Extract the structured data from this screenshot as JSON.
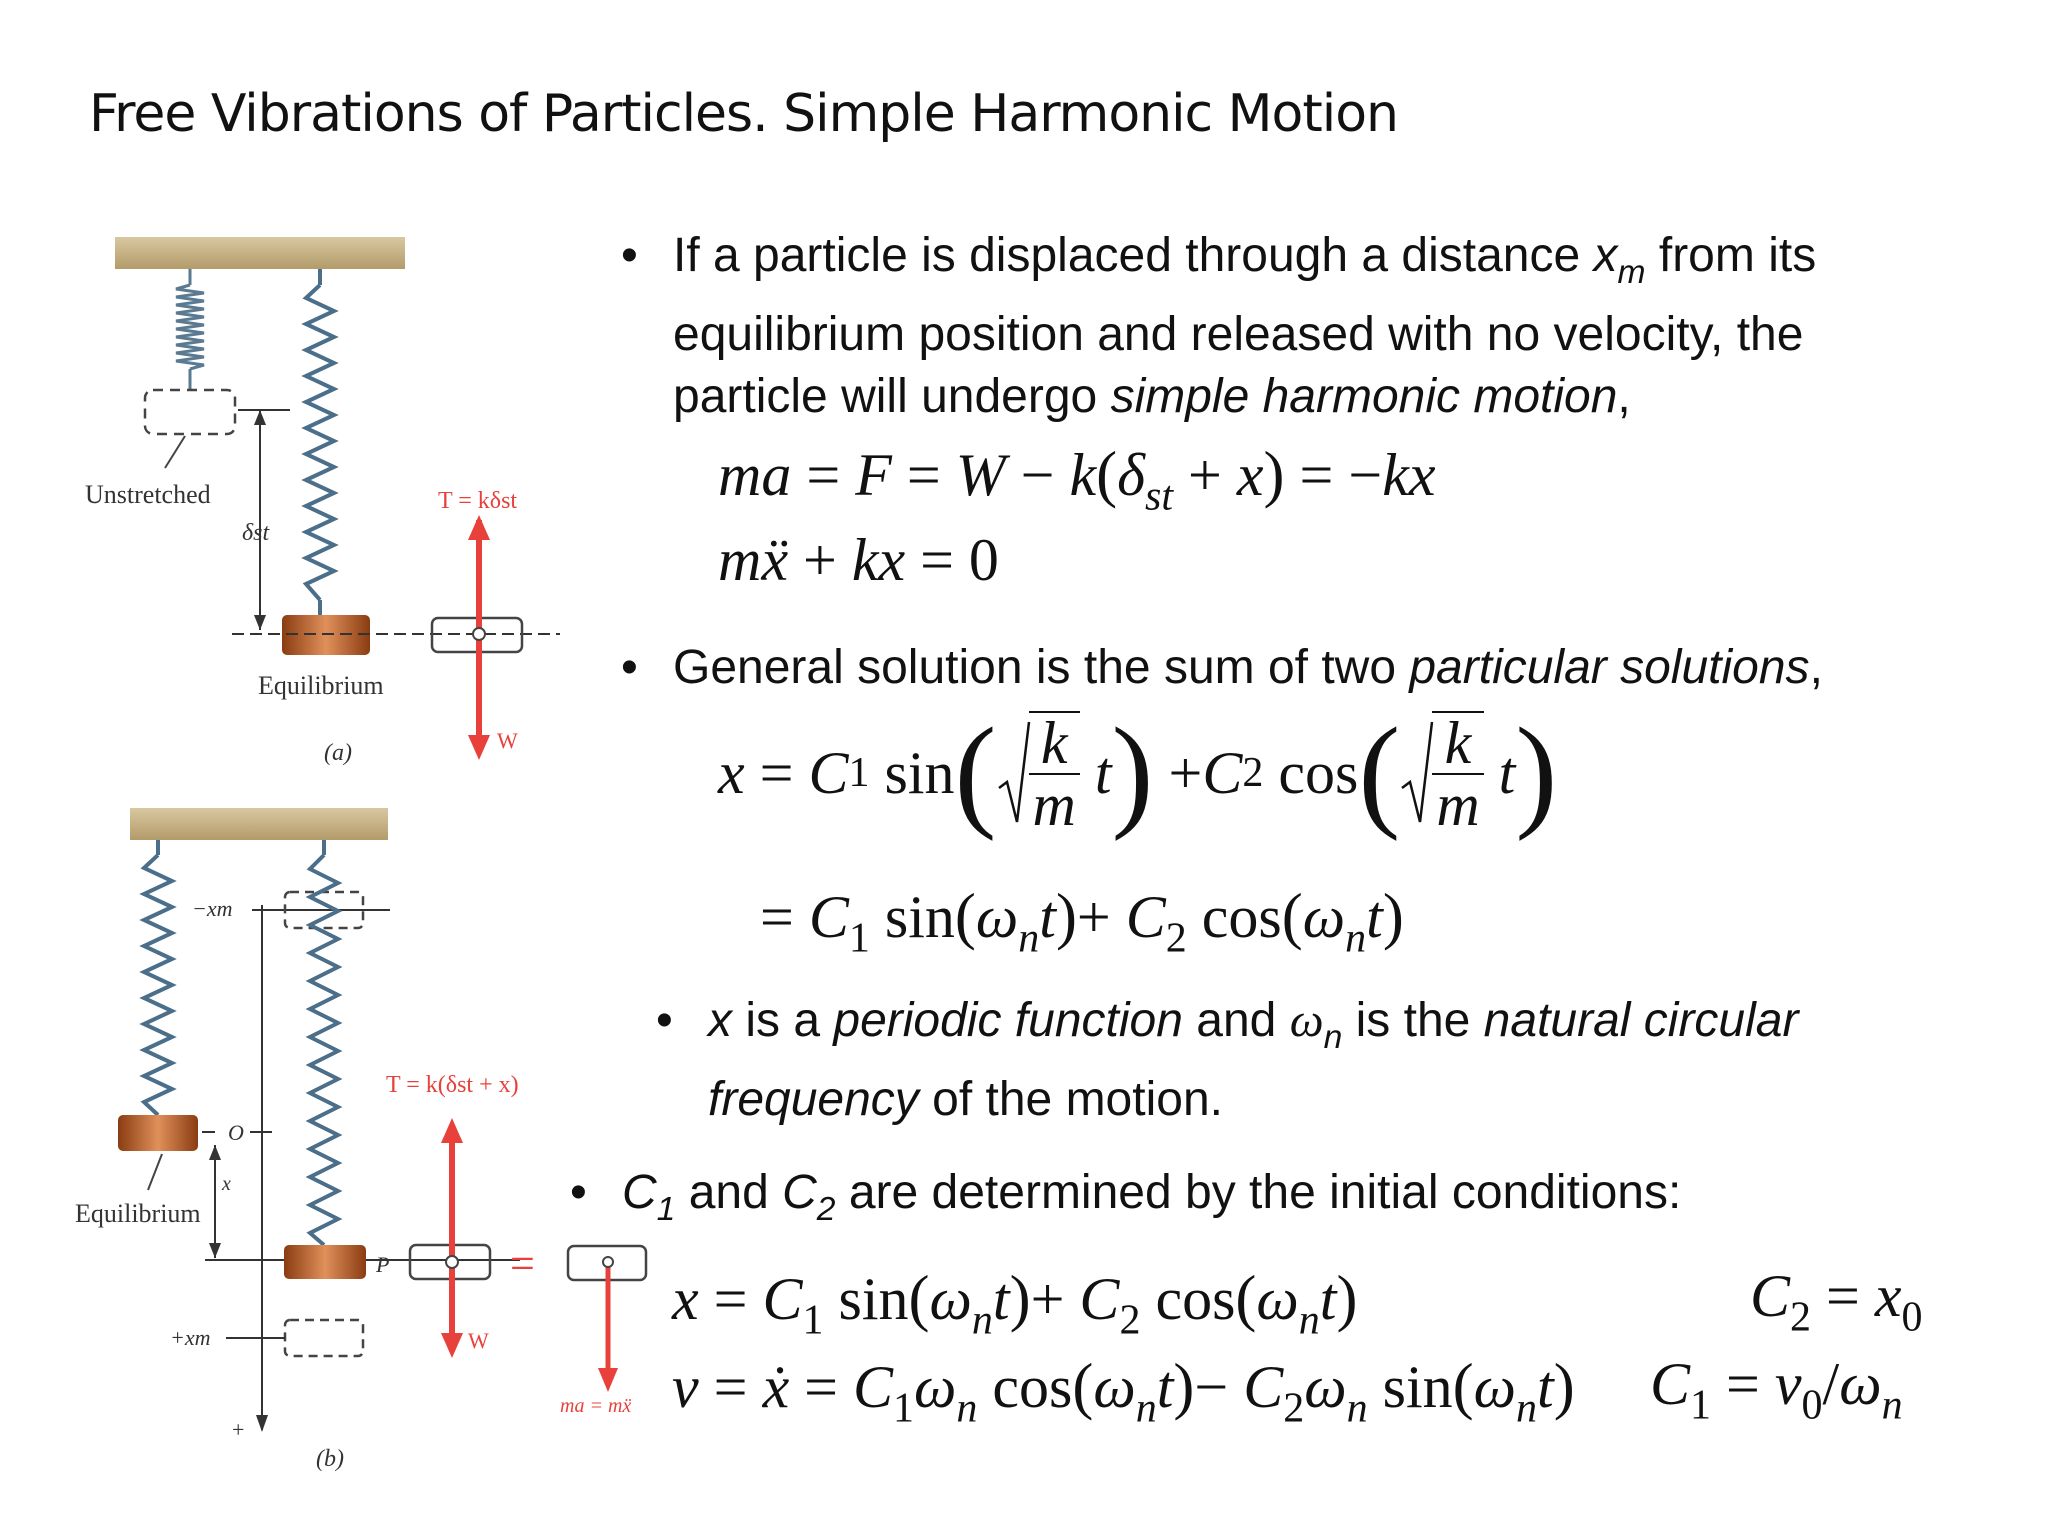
{
  "title": "Free Vibrations of Particles.  Simple Harmonic Motion",
  "figure": {
    "label_unstretched": "Unstretched",
    "label_delta_st": "δst",
    "label_equilibrium_a": "Equilibrium",
    "label_tension_a": "T = kδst",
    "label_w_a": "W",
    "label_a": "(a)",
    "label_neg_xm": "−xm",
    "label_o": "O",
    "label_x": "x",
    "label_equilibrium_b": "Equilibrium",
    "label_pos_xm": "+xm",
    "label_plus": "+",
    "label_tension_b": "T = k(δst + x)",
    "label_p": "P",
    "label_equals": "=",
    "label_w_b": "W",
    "label_ma": "ma = mẍ",
    "label_b": "(b)",
    "colors": {
      "red": "#e8403a",
      "block": "#c8692c",
      "ceiling": "#c9b48a",
      "spring": "#4b6f8a"
    }
  },
  "bullets": {
    "b1_part1": "If a particle is displaced through a distance ",
    "b1_xm": "x",
    "b1_xm_sub": "m",
    "b1_part2": " from its equilibrium position and released with no velocity, the particle will undergo ",
    "b1_italic": "simple harmonic motion",
    "b1_end": ",",
    "b2_part1": "General solution is the sum of two ",
    "b2_italic": "particular solutions",
    "b2_end": ",",
    "b3_x": "x",
    "b3_part1": " is a ",
    "b3_italic1": "periodic function",
    "b3_part2": " and ",
    "b3_omega": "ω",
    "b3_omega_sub": "n",
    "b3_part3": " is the ",
    "b3_italic2": "natural circular frequency",
    "b3_part4": " of the motion.",
    "b4_c1": "C",
    "b4_c1_sub": "1",
    "b4_part1": " and ",
    "b4_c2": "C",
    "b4_c2_sub": "2",
    "b4_part2": " are determined by the initial conditions:"
  },
  "equations": {
    "eq1": "ma = F = W − k(δst + x) = −kx",
    "eq2": "mẍ + kx = 0",
    "eq3": "x = C1 sin(√(k/m) t) + C2 cos(√(k/m) t)",
    "eq4": "= C1 sin(ωnt) + C2 cos(ωnt)",
    "eq5": "x = C1 sin(ωnt) + C2 cos(ωnt)",
    "eq6": "v = ẋ = C1ωn cos(ωnt) − C2ωn sin(ωnt)",
    "eq7": "C2 = x0",
    "eq8": "C1 = v0/ωn"
  }
}
